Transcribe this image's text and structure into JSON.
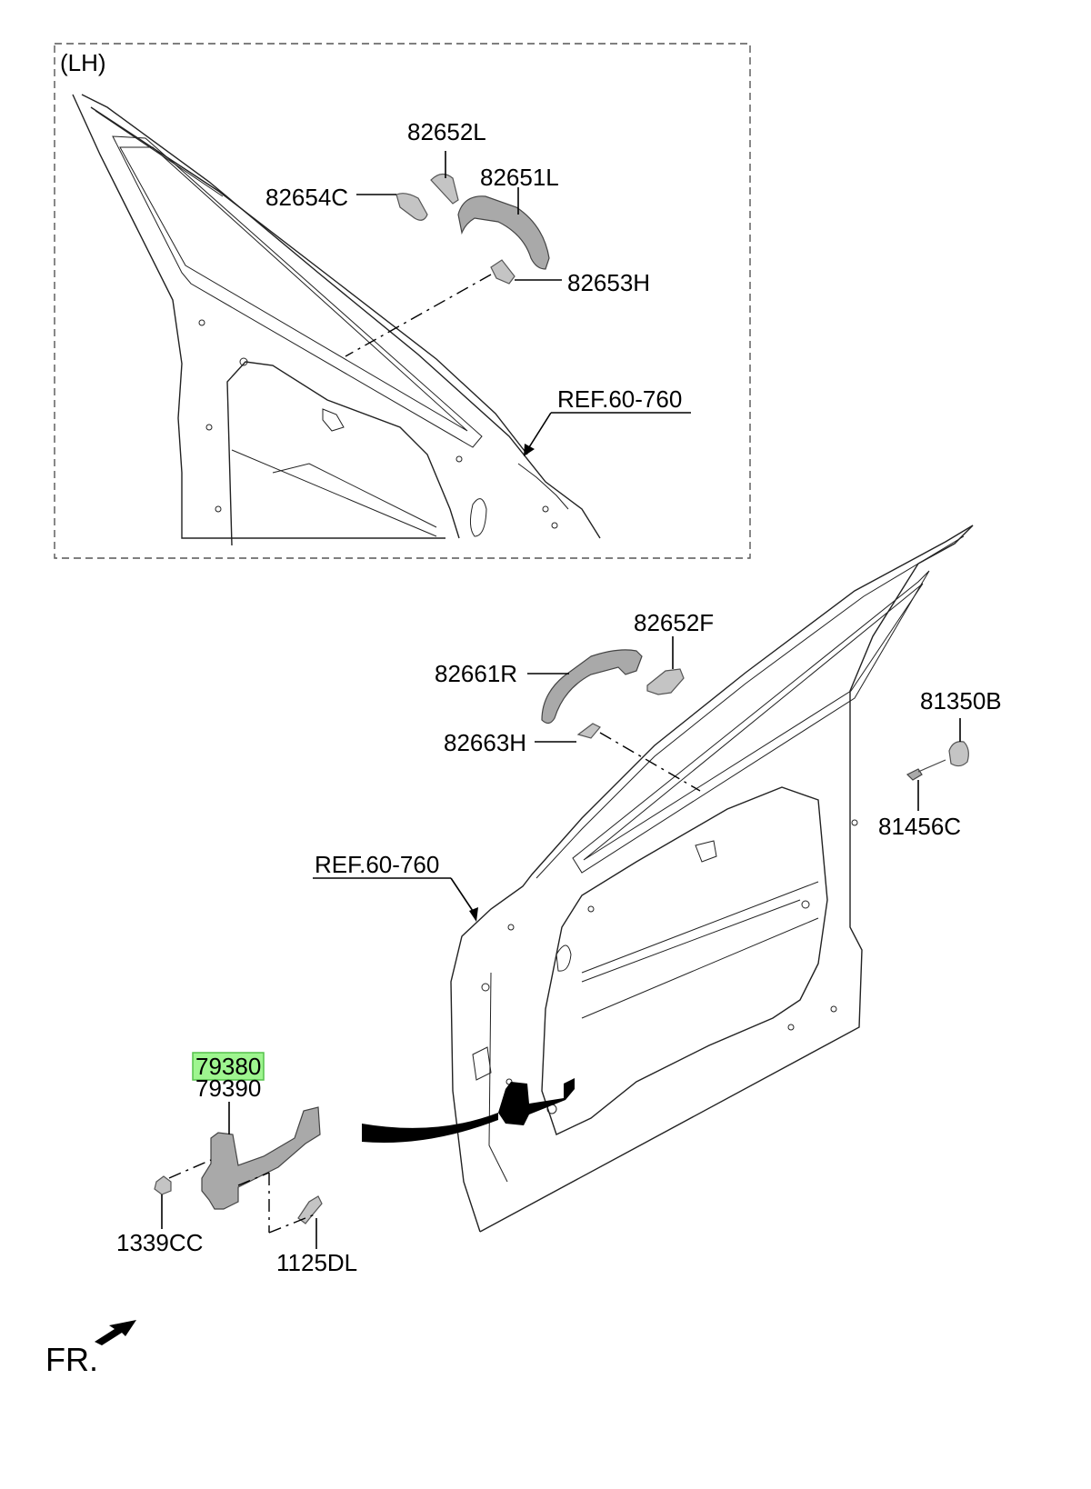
{
  "inset": {
    "side_label": "(LH)",
    "parts": {
      "cover_cap": "82652L",
      "handle": "82651L",
      "gasket": "82654C",
      "pad": "82653H"
    },
    "reference": "REF.60-760"
  },
  "main": {
    "parts": {
      "cover_cap": "82652F",
      "handle": "82661R",
      "pad": "82663H",
      "bumper": "81350B",
      "screw": "81456C"
    },
    "reference": "REF.60-760",
    "checker": {
      "highlighted_part": "79380",
      "alt_part": "79390",
      "bolt": "1339CC",
      "mount_bolt": "1125DL"
    }
  },
  "direction_label": "FR.",
  "colors": {
    "highlight_fill": "#9ef58f",
    "highlight_border": "#55c24a",
    "part_gray": "#a9a9a9"
  }
}
